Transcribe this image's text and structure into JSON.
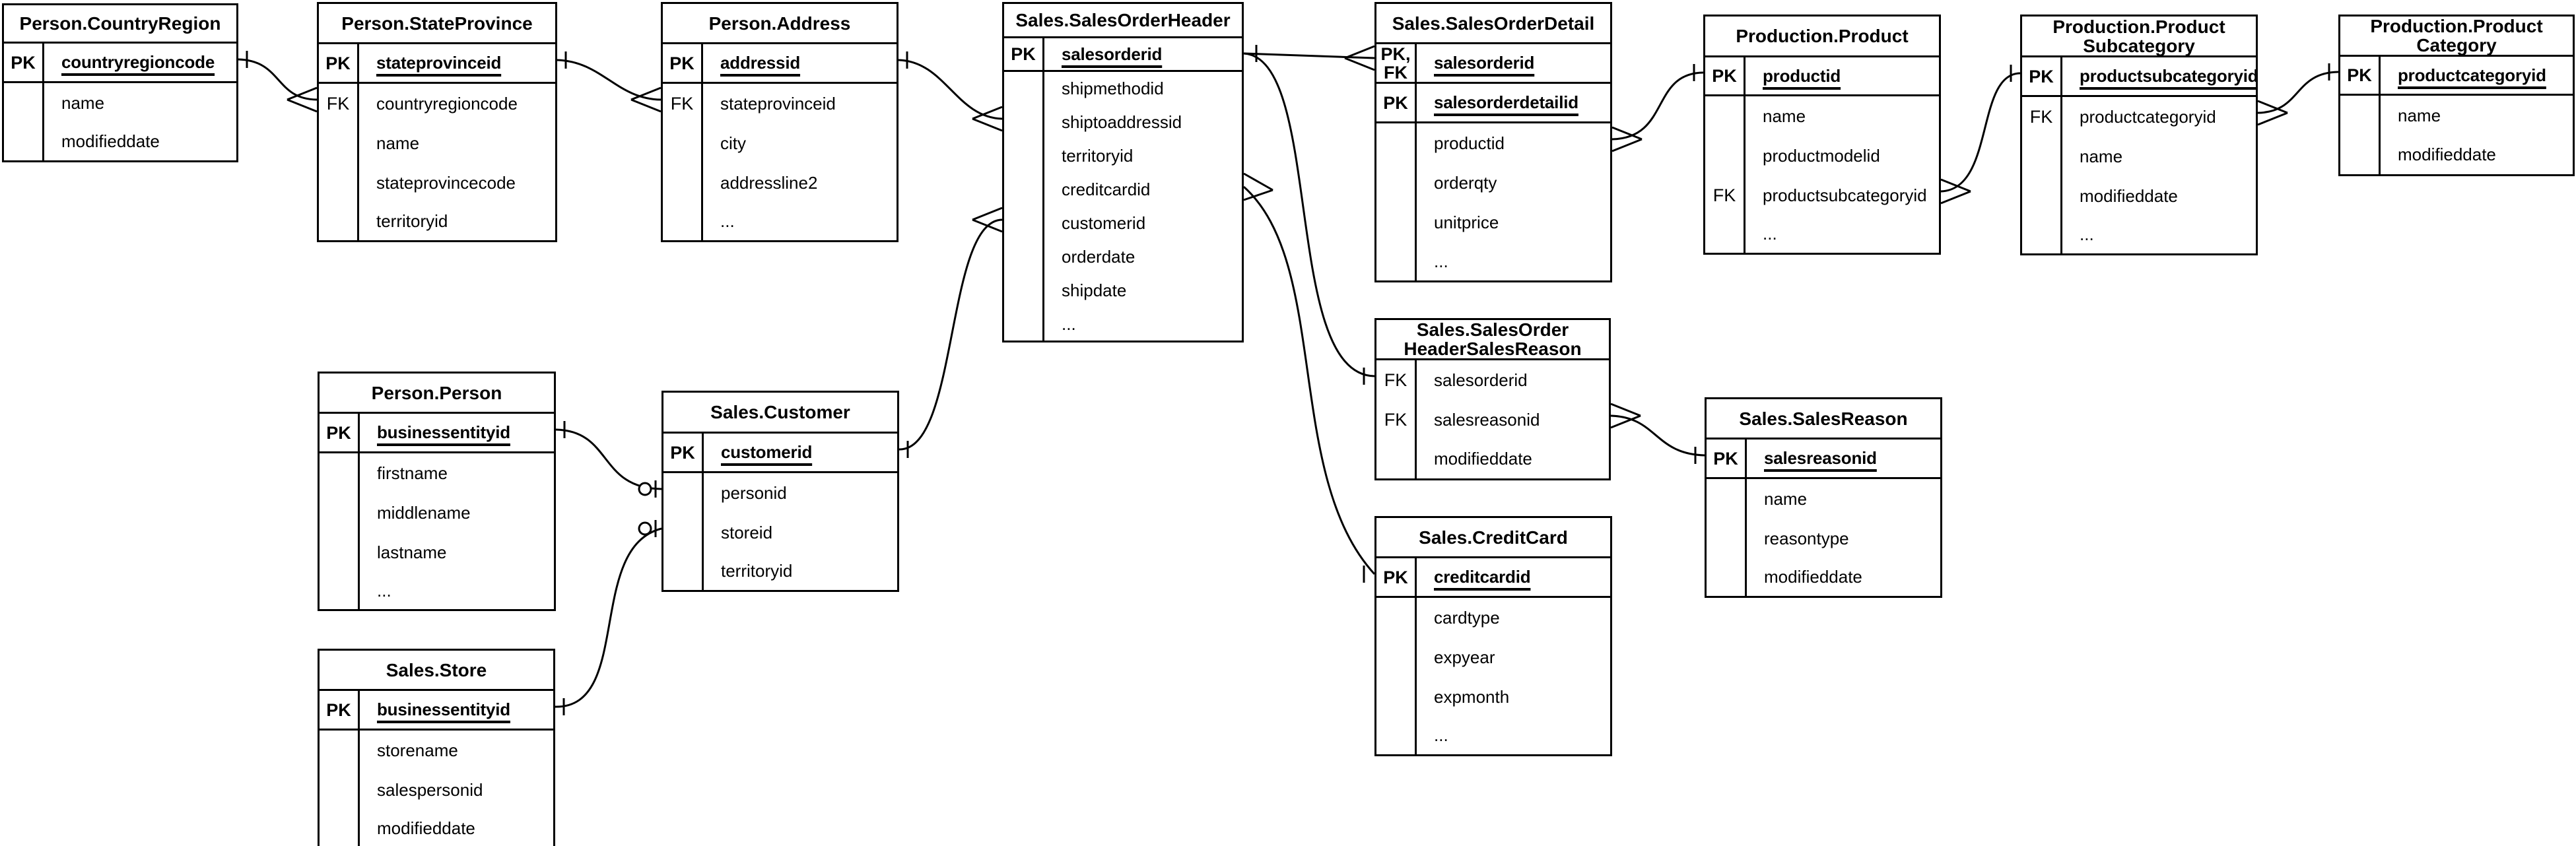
{
  "diagram_type": "entity-relationship-diagram",
  "notation": "crow's foot",
  "colors": {
    "line": "#000000",
    "background": "#ffffff",
    "text": "#000000"
  },
  "tables": {
    "cr": {
      "title_lines": [
        "Person.CountryRegion"
      ],
      "rows": [
        {
          "k": "PK",
          "f": "countryregioncode"
        },
        {
          "k": "",
          "f": "name"
        },
        {
          "k": "",
          "f": "modifieddate"
        }
      ]
    },
    "sp": {
      "title_lines": [
        "Person.StateProvince"
      ],
      "rows": [
        {
          "k": "PK",
          "f": "stateprovinceid"
        },
        {
          "k": "FK",
          "f": "countryregioncode"
        },
        {
          "k": "",
          "f": "name"
        },
        {
          "k": "",
          "f": "stateprovincecode"
        },
        {
          "k": "",
          "f": "territoryid"
        }
      ]
    },
    "addr": {
      "title_lines": [
        "Person.Address"
      ],
      "rows": [
        {
          "k": "PK",
          "f": "addressid"
        },
        {
          "k": "FK",
          "f": "stateprovinceid"
        },
        {
          "k": "",
          "f": "city"
        },
        {
          "k": "",
          "f": "addressline2"
        },
        {
          "k": "",
          "f": "..."
        }
      ]
    },
    "soh": {
      "title_lines": [
        "Sales.SalesOrderHeader"
      ],
      "rows": [
        {
          "k": "PK",
          "f": "salesorderid"
        },
        {
          "k": "",
          "f": "shipmethodid"
        },
        {
          "k": "",
          "f": "shiptoaddressid"
        },
        {
          "k": "",
          "f": "territoryid"
        },
        {
          "k": "",
          "f": "creditcardid"
        },
        {
          "k": "",
          "f": "customerid"
        },
        {
          "k": "",
          "f": "orderdate"
        },
        {
          "k": "",
          "f": "shipdate"
        },
        {
          "k": "",
          "f": "..."
        }
      ]
    },
    "sod": {
      "title_lines": [
        "Sales.SalesOrderDetail"
      ],
      "rows": [
        {
          "k": "PK,\nFK",
          "f": "salesorderid"
        },
        {
          "k": "PK",
          "f": "salesorderdetailid"
        },
        {
          "k": "",
          "f": "productid"
        },
        {
          "k": "",
          "f": "orderqty"
        },
        {
          "k": "",
          "f": "unitprice"
        },
        {
          "k": "",
          "f": "..."
        }
      ]
    },
    "prod": {
      "title_lines": [
        "Production.Product"
      ],
      "rows": [
        {
          "k": "PK",
          "f": "productid"
        },
        {
          "k": "",
          "f": "name"
        },
        {
          "k": "",
          "f": "productmodelid"
        },
        {
          "k": "FK",
          "f": "productsubcategoryid"
        },
        {
          "k": "",
          "f": "..."
        }
      ]
    },
    "psc": {
      "title_lines": [
        "Production.Product",
        "Subcategory"
      ],
      "rows": [
        {
          "k": "PK",
          "f": "productsubcategoryid"
        },
        {
          "k": "FK",
          "f": "productcategoryid"
        },
        {
          "k": "",
          "f": "name"
        },
        {
          "k": "",
          "f": "modifieddate"
        },
        {
          "k": "",
          "f": "..."
        }
      ]
    },
    "pc": {
      "title_lines": [
        "Production.Product",
        "Category"
      ],
      "rows": [
        {
          "k": "PK",
          "f": "productcategoryid"
        },
        {
          "k": "",
          "f": "name"
        },
        {
          "k": "",
          "f": "modifieddate"
        }
      ]
    },
    "hsr": {
      "title_lines": [
        "Sales.SalesOrder",
        "HeaderSalesReason"
      ],
      "rows": [
        {
          "k": "FK",
          "f": "salesorderid"
        },
        {
          "k": "FK",
          "f": "salesreasonid"
        },
        {
          "k": "",
          "f": "modifieddate"
        }
      ]
    },
    "sr": {
      "title_lines": [
        "Sales.SalesReason"
      ],
      "rows": [
        {
          "k": "PK",
          "f": "salesreasonid"
        },
        {
          "k": "",
          "f": "name"
        },
        {
          "k": "",
          "f": "reasontype"
        },
        {
          "k": "",
          "f": "modifieddate"
        }
      ]
    },
    "cc": {
      "title_lines": [
        "Sales.CreditCard"
      ],
      "rows": [
        {
          "k": "PK",
          "f": "creditcardid"
        },
        {
          "k": "",
          "f": "cardtype"
        },
        {
          "k": "",
          "f": "expyear"
        },
        {
          "k": "",
          "f": "expmonth"
        },
        {
          "k": "",
          "f": "..."
        }
      ]
    },
    "person": {
      "title_lines": [
        "Person.Person"
      ],
      "rows": [
        {
          "k": "PK",
          "f": "businessentityid"
        },
        {
          "k": "",
          "f": "firstname"
        },
        {
          "k": "",
          "f": "middlename"
        },
        {
          "k": "",
          "f": "lastname"
        },
        {
          "k": "",
          "f": "..."
        }
      ]
    },
    "cust": {
      "title_lines": [
        "Sales.Customer"
      ],
      "rows": [
        {
          "k": "PK",
          "f": "customerid"
        },
        {
          "k": "",
          "f": "personid"
        },
        {
          "k": "",
          "f": "storeid"
        },
        {
          "k": "",
          "f": "territoryid"
        }
      ]
    },
    "store": {
      "title_lines": [
        "Sales.Store"
      ],
      "rows": [
        {
          "k": "PK",
          "f": "businessentityid"
        },
        {
          "k": "",
          "f": "storename"
        },
        {
          "k": "",
          "f": "salespersonid"
        },
        {
          "k": "",
          "f": "modifieddate"
        }
      ]
    }
  },
  "relationships": [
    {
      "from": "Person.CountryRegion",
      "from_field": "countryregioncode",
      "from_card": "one",
      "to": "Person.StateProvince",
      "to_field": "countryregioncode",
      "to_card": "many"
    },
    {
      "from": "Person.StateProvince",
      "from_field": "stateprovinceid",
      "from_card": "one",
      "to": "Person.Address",
      "to_field": "stateprovinceid",
      "to_card": "many"
    },
    {
      "from": "Person.Address",
      "from_field": "addressid",
      "from_card": "one",
      "to": "Sales.SalesOrderHeader",
      "to_field": "shiptoaddressid",
      "to_card": "many"
    },
    {
      "from": "Sales.Customer",
      "from_field": "customerid",
      "from_card": "one",
      "to": "Sales.SalesOrderHeader",
      "to_field": "customerid",
      "to_card": "many"
    },
    {
      "from": "Sales.SalesOrderHeader",
      "from_field": "salesorderid",
      "from_card": "one",
      "to": "Sales.SalesOrderDetail",
      "to_field": "salesorderid",
      "to_card": "many"
    },
    {
      "from": "Sales.SalesOrderHeader",
      "from_field": "salesorderid",
      "from_card": "one",
      "to": "Sales.SalesOrderHeaderSalesReason",
      "to_field": "salesorderid",
      "to_card": "one"
    },
    {
      "from": "Sales.CreditCard",
      "from_field": "creditcardid",
      "from_card": "one",
      "to": "Sales.SalesOrderHeader",
      "to_field": "creditcardid",
      "to_card": "many"
    },
    {
      "from": "Production.Product",
      "from_field": "productid",
      "from_card": "one",
      "to": "Sales.SalesOrderDetail",
      "to_field": "productid",
      "to_card": "many"
    },
    {
      "from": "Production.ProductSubcategory",
      "from_field": "productsubcategoryid",
      "from_card": "one",
      "to": "Production.Product",
      "to_field": "productsubcategoryid",
      "to_card": "many"
    },
    {
      "from": "Production.ProductCategory",
      "from_field": "productcategoryid",
      "from_card": "one",
      "to": "Production.ProductSubcategory",
      "to_field": "productcategoryid",
      "to_card": "many"
    },
    {
      "from": "Sales.SalesReason",
      "from_field": "salesreasonid",
      "from_card": "one",
      "to": "Sales.SalesOrderHeaderSalesReason",
      "to_field": "salesreasonid",
      "to_card": "many"
    },
    {
      "from": "Person.Person",
      "from_field": "businessentityid",
      "from_card": "one",
      "to": "Sales.Customer",
      "to_field": "personid",
      "to_card": "zero-or-one"
    },
    {
      "from": "Sales.Store",
      "from_field": "businessentityid",
      "from_card": "one",
      "to": "Sales.Customer",
      "to_field": "storeid",
      "to_card": "zero-or-one"
    }
  ]
}
